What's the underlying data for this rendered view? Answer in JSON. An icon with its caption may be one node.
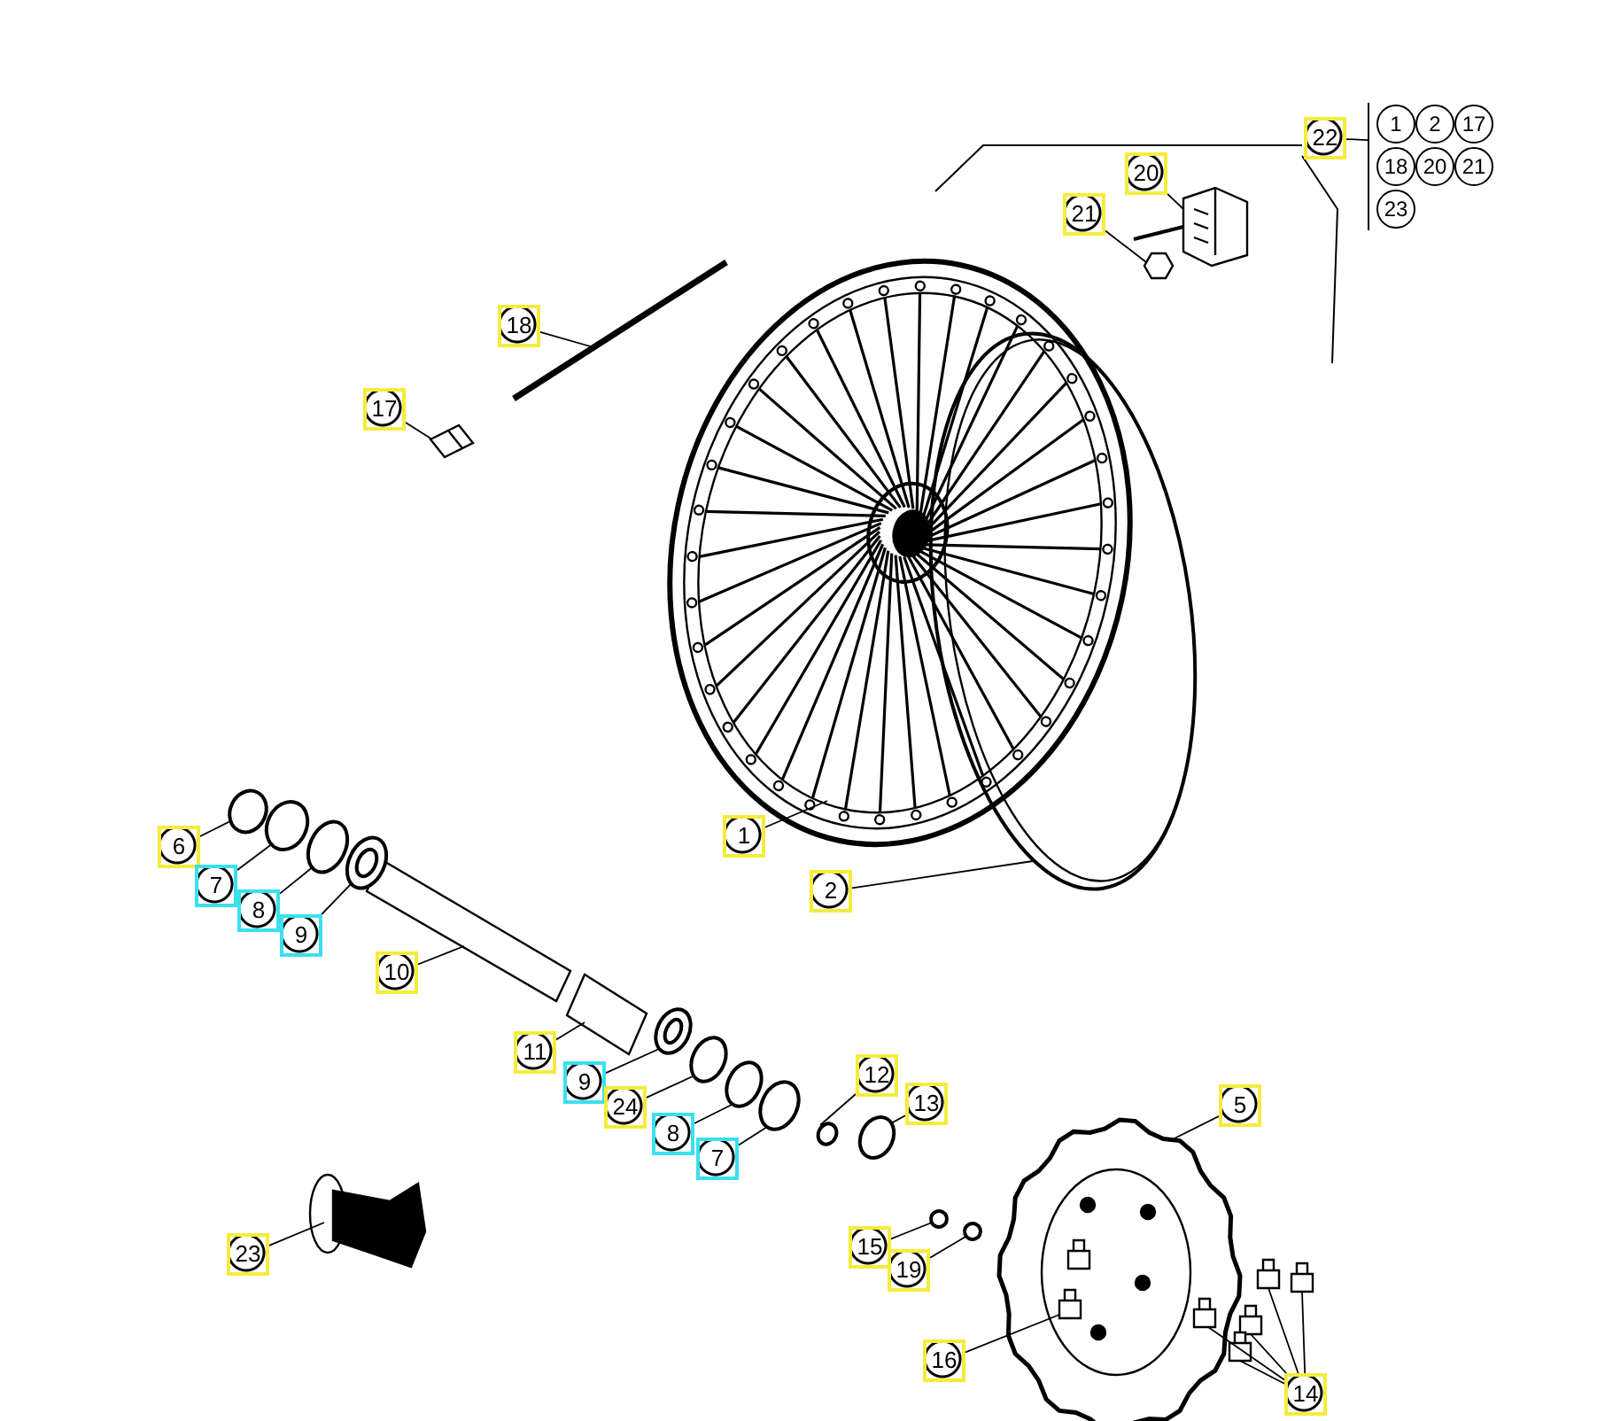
{
  "diagram": {
    "nodes": [
      {
        "text": [
          "22"
        ]
      },
      {
        "text": [
          "1",
          "2",
          "17",
          "18",
          "20",
          "21",
          "23"
        ]
      },
      {
        "text": [
          "20"
        ]
      },
      {
        "text": [
          "21"
        ]
      },
      {
        "text": [
          "18"
        ]
      },
      {
        "text": [
          "17"
        ]
      },
      {
        "text": [
          "1"
        ]
      },
      {
        "text": [
          "6"
        ]
      },
      {
        "text": [
          "2"
        ]
      },
      {
        "text": [
          "7"
        ]
      },
      {
        "text": [
          "8"
        ]
      },
      {
        "text": [
          "9"
        ]
      },
      {
        "text": [
          "10"
        ]
      },
      {
        "text": [
          "11"
        ]
      },
      {
        "text": [
          "12"
        ]
      },
      {
        "text": [
          "9"
        ]
      },
      {
        "text": [
          "24"
        ]
      },
      {
        "text": [
          "5"
        ]
      },
      {
        "text": [
          "13"
        ]
      },
      {
        "text": [
          "8"
        ]
      },
      {
        "text": [
          "7"
        ]
      },
      {
        "text": [
          "23"
        ]
      },
      {
        "text": [
          "15"
        ]
      },
      {
        "text": [
          "19"
        ]
      },
      {
        "text": [
          "16"
        ]
      },
      {
        "text": [
          "14"
        ]
      },
      {
        "text": [],
        "shape": "picture"
      },
      {
        "text": [],
        "shape": "hexagon"
      },
      {
        "text": [],
        "shape": "picture"
      },
      {
        "text": [],
        "shape": "picture"
      },
      {
        "text": [],
        "shape": "picture"
      },
      {
        "text": [],
        "shape": "circle"
      },
      {
        "text": [],
        "shape": "picture"
      },
      {
        "text": [],
        "shape": "circle"
      },
      {
        "text": [],
        "shape": "circle"
      },
      {
        "text": [],
        "shape": "picture"
      },
      {
        "text": [],
        "shape": "picture"
      },
      {
        "text": [],
        "shape": "picture"
      },
      {
        "text": [],
        "shape": "circle"
      },
      {
        "text": [],
        "shape": "picture"
      },
      {
        "text": [],
        "shape": "circle"
      },
      {
        "text": [],
        "shape": "picture"
      },
      {
        "text": [],
        "shape": "circle"
      },
      {
        "text": [],
        "shape": "circle"
      },
      {
        "text": [],
        "shape": "circle"
      },
      {
        "text": [],
        "shape": "picture"
      },
      {
        "text": [],
        "shape": "circle"
      },
      {
        "text": [],
        "shape": "circle"
      },
      {
        "text": [],
        "shape": "picture",
        "in": 41
      },
      {
        "text": [],
        "shape": "picture"
      },
      {
        "text": [],
        "shape": "picture"
      },
      {
        "text": [],
        "shape": "picture"
      },
      {
        "text": [],
        "shape": "picture"
      },
      {
        "text": [],
        "shape": "picture",
        "in": 41
      }
    ],
    "edges": [
      {
        "from": 0,
        "to": 1,
        "arrow": "none"
      },
      {
        "from": 2,
        "to": 26,
        "arrow": "none"
      },
      {
        "from": 3,
        "to": 27,
        "arrow": "none"
      },
      {
        "from": 4,
        "to": 28,
        "arrow": "none"
      },
      {
        "from": 5,
        "to": 29,
        "arrow": "none"
      },
      {
        "from": 6,
        "to": 30,
        "arrow": "none"
      },
      {
        "from": 7,
        "to": 31,
        "arrow": "none"
      },
      {
        "from": 8,
        "to": 32,
        "arrow": "none"
      },
      {
        "from": 9,
        "to": 33,
        "arrow": "none"
      },
      {
        "from": 10,
        "to": 34,
        "arrow": "none"
      },
      {
        "from": 11,
        "to": 35,
        "arrow": "none"
      },
      {
        "from": 12,
        "to": 36,
        "arrow": "none"
      },
      {
        "from": 13,
        "to": 37,
        "arrow": "none"
      },
      {
        "from": 14,
        "to": 38,
        "arrow": "none"
      },
      {
        "from": 15,
        "to": 39,
        "arrow": "none"
      },
      {
        "from": 16,
        "to": 40,
        "arrow": "none"
      },
      {
        "from": 17,
        "to": 41,
        "arrow": "none"
      },
      {
        "from": 18,
        "to": 42,
        "arrow": "none"
      },
      {
        "from": 19,
        "to": 43,
        "arrow": "none"
      },
      {
        "from": 20,
        "to": 44,
        "arrow": "none"
      },
      {
        "from": 21,
        "to": 45,
        "arrow": "none"
      },
      {
        "from": 22,
        "to": 46,
        "arrow": "none"
      },
      {
        "from": 23,
        "to": 47,
        "arrow": "none"
      },
      {
        "from": 24,
        "to": 48,
        "arrow": "none"
      },
      {
        "from": 25,
        "to": 49,
        "arrow": "none"
      },
      {
        "from": 25,
        "to": 50,
        "arrow": "none"
      },
      {
        "from": 25,
        "to": 51,
        "arrow": "none"
      },
      {
        "from": 25,
        "to": 52,
        "arrow": "none"
      },
      {
        "from": 25,
        "to": 53,
        "arrow": "none"
      }
    ]
  }
}
